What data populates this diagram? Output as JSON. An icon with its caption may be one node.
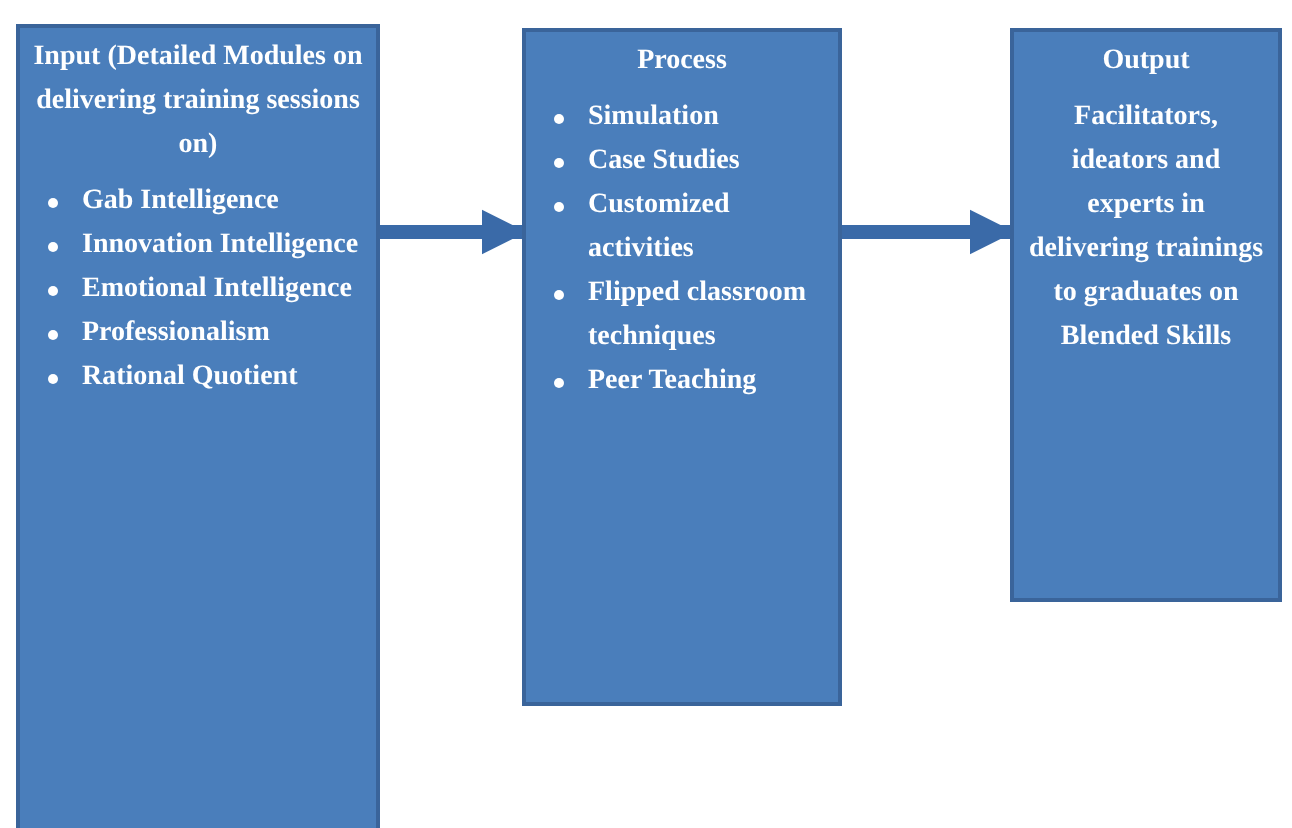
{
  "diagram": {
    "nodes": [
      {
        "text": [
          "Input (Detailed Modules on delivering training sessions on)",
          "Gab Intelligence",
          "Innovation Intelligence",
          "Emotional Intelligence",
          "Professionalism",
          "Rational Quotient"
        ]
      },
      {
        "text": [
          "Process",
          "Simulation",
          "Case Studies",
          "Customized activities",
          "Flipped classroom techniques",
          "Peer Teaching"
        ]
      },
      {
        "text": [
          "Output",
          "Facilitators, ideators and experts in delivering trainings to graduates on Blended Skills"
        ]
      }
    ],
    "edges": [
      {
        "from": 0,
        "to": 1,
        "arrow": "to"
      },
      {
        "from": 1,
        "to": 2,
        "arrow": "to"
      }
    ]
  }
}
